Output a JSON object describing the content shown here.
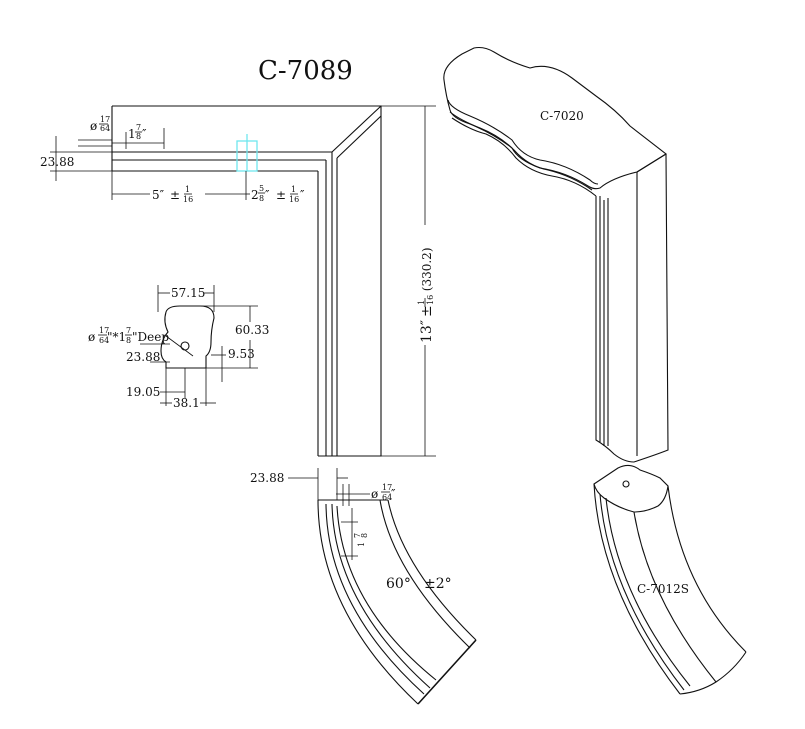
{
  "title": "C-7089",
  "labels": {
    "top_piece": "C-7020",
    "bottom_piece": "C-7012S"
  },
  "dims": {
    "hole_dia_prefix": "ø",
    "hole_num": "17",
    "hole_den": "64",
    "depth_int": "1",
    "depth_num": "7",
    "depth_den": "8",
    "inch": "″",
    "height_left": "23.88",
    "leg_len": "5″",
    "tol_pm": "±",
    "tol_num": "1",
    "tol_den": "16",
    "leg2_int": "2",
    "leg2_num": "5",
    "leg2_den": "8",
    "vert_len": "13″",
    "vert_mm": "(330.2)",
    "profile_width": "57.15",
    "profile_height": "60.33",
    "profile_step": "9.53",
    "profile_hole": "23.88",
    "profile_base1": "19.05",
    "profile_base2": "38.1",
    "deep": "\"Deep",
    "bend_offset": "23.88",
    "angle": "60°",
    "angle_tol": "±2°"
  }
}
